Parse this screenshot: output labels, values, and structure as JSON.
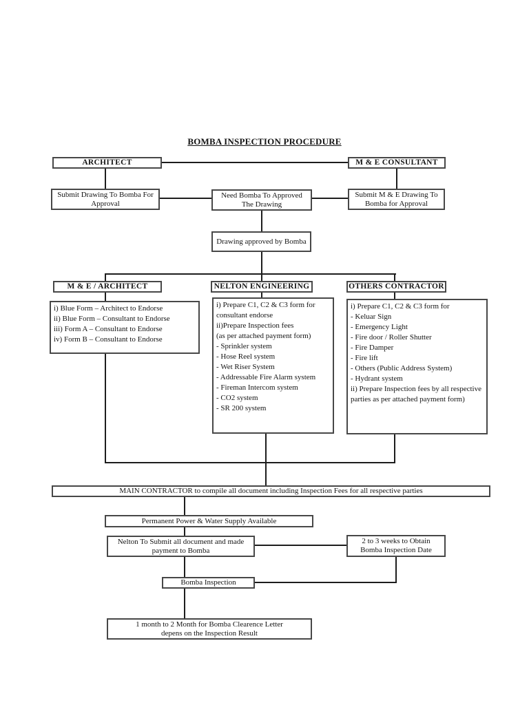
{
  "title": "BOMBA INSPECTION PROCEDURE",
  "nodes": {
    "architect": {
      "label": "ARCHITECT"
    },
    "me_consultant": {
      "label": "M & E CONSULTANT"
    },
    "submit_drawing": {
      "lines": [
        "Submit Drawing To Bomba For",
        "Approval"
      ]
    },
    "need_bomba": {
      "lines": [
        "Need Bomba To Approved",
        "The Drawing"
      ]
    },
    "submit_me_drawing": {
      "lines": [
        "Submit M & E Drawing To",
        "Bomba for Approval"
      ]
    },
    "drawing_approved": {
      "label": "Drawing approved by Bomba"
    },
    "me_architect": {
      "label": "M & E / ARCHITECT"
    },
    "nelton_engineering": {
      "label": "NELTON ENGINEERING"
    },
    "others_contractor": {
      "label": "OTHERS CONTRACTOR"
    },
    "me_architect_tasks": {
      "lines": [
        "i) Blue Form – Architect to Endorse",
        "ii) Blue Form – Consultant to Endorse",
        "iii) Form A – Consultant to Endorse",
        "iv) Form B – Consultant to Endorse"
      ]
    },
    "nelton_tasks": {
      "lines": [
        "i) Prepare C1, C2 & C3 form for",
        "consultant endorse",
        "ii)Prepare Inspection fees",
        "(as per attached payment form)",
        "- Sprinkler system",
        "- Hose Reel system",
        "- Wet Riser System",
        "- Addressable Fire Alarm system",
        "- Fireman Intercom system",
        "- CO2 system",
        "- SR 200 system"
      ]
    },
    "others_tasks": {
      "lines": [
        "i) Prepare C1, C2 & C3 form for",
        "- Keluar Sign",
        "- Emergency Light",
        "- Fire door / Roller Shutter",
        "- Fire Damper",
        "- Fire lift",
        "- Others (Public Address System)",
        "- Hydrant system",
        "ii) Prepare Inspection fees by all respective",
        "parties as per attached payment form)"
      ]
    },
    "main_contractor": {
      "label": "MAIN CONTRACTOR to compile all document including Inspection Fees for all respective parties"
    },
    "permanent_power": {
      "label": "Permanent Power & Water Supply Available"
    },
    "nelton_submit": {
      "lines": [
        "Nelton To Submit all document and made",
        "payment to Bomba"
      ]
    },
    "weeks_obtain": {
      "lines": [
        "2 to 3 weeks to Obtain",
        "Bomba Inspection Date"
      ]
    },
    "bomba_inspection": {
      "label": "Bomba Inspection"
    },
    "clearance_letter": {
      "lines": [
        "1 month to 2 Month for Bomba Clearence Letter",
        "depens on the Inspection Result"
      ]
    }
  },
  "colors": {
    "background": "#ffffff",
    "text": "#141414",
    "border": "#474747",
    "line": "#1c1c1c"
  }
}
